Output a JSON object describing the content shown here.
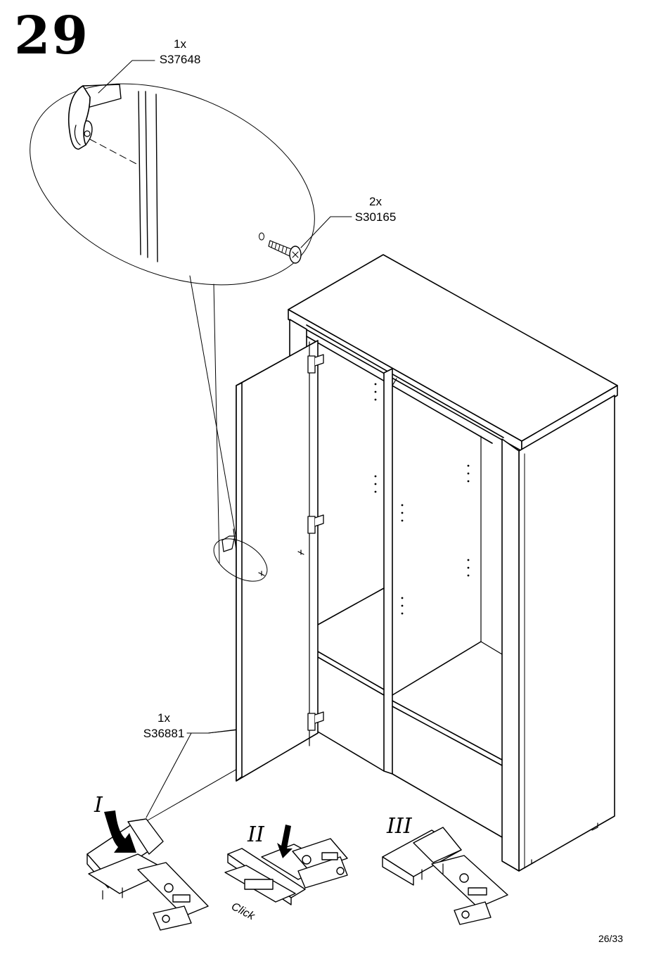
{
  "step": {
    "number": "29"
  },
  "parts": {
    "handle": {
      "qty": "1x",
      "code": "S37648"
    },
    "screws": {
      "qty": "2x",
      "code": "S30165"
    },
    "hinge": {
      "qty": "1x",
      "code": "S36881"
    }
  },
  "hinge_steps": {
    "step1": "I",
    "step2": "II",
    "step3": "III",
    "click_label": "Click"
  },
  "footer": {
    "page": "26/33"
  },
  "icons": [
    "handle-icon",
    "screw-icon",
    "hinge-icon",
    "arrow-down-icon"
  ]
}
